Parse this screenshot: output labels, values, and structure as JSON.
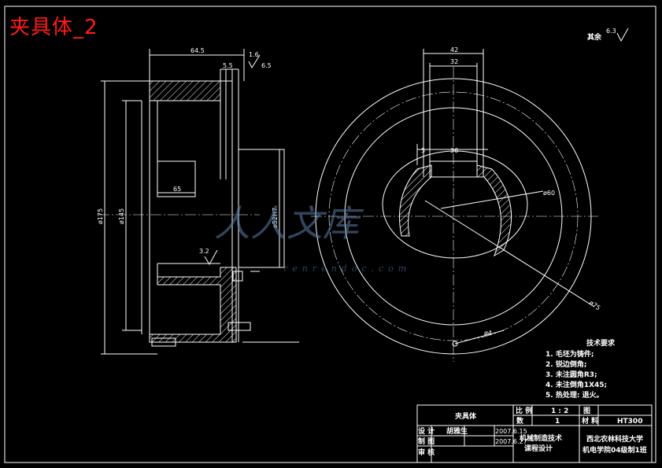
{
  "page": {
    "title": "夹具体_2"
  },
  "dims": {
    "top_total": "64.5",
    "top_mid": "5.5",
    "top_right": "6.5",
    "roughness_top": "1.6",
    "dia_175": "ø175",
    "dia_145": "ø145",
    "dia_inner": "ø52H7",
    "len_65": "65",
    "roughness_mid": "3.2",
    "corner_roughness_value": "6.3",
    "corner_roughness_label": "其余",
    "slot_42": "42",
    "slot_32": "32",
    "slot_36": "36",
    "slot_5": "5",
    "dia_60": "ø60",
    "dia_75": "ø75",
    "dia_4": "ø4"
  },
  "watermark": {
    "main": "人人文库",
    "sub": "renrendoc.com"
  },
  "tech": {
    "heading": "技术要求",
    "items": [
      "1. 毛坯为铸件;",
      "2. 锐边倒角;",
      "3. 未注圆角R3;",
      "4. 未注倒角1X45;",
      "5. 热处理: 退火。"
    ]
  },
  "titleblock": {
    "part_name": "夹具体",
    "scale_label": "比 例",
    "scale_value": "1 : 2",
    "qty_label": "数",
    "qty_value": "1",
    "fig_label": "图",
    "material_label": "材 料",
    "material_value": "HT300",
    "design_label": "设 计",
    "designer": "胡雅生",
    "design_date": "2007.6.15",
    "draw_label": "制 图",
    "draw_date": "2007.6.27",
    "review_label": "审 核",
    "course": "机械制造技术",
    "course2": "课程设计",
    "school": "西北农林科技大学",
    "class": "机电学院04级制1班"
  }
}
